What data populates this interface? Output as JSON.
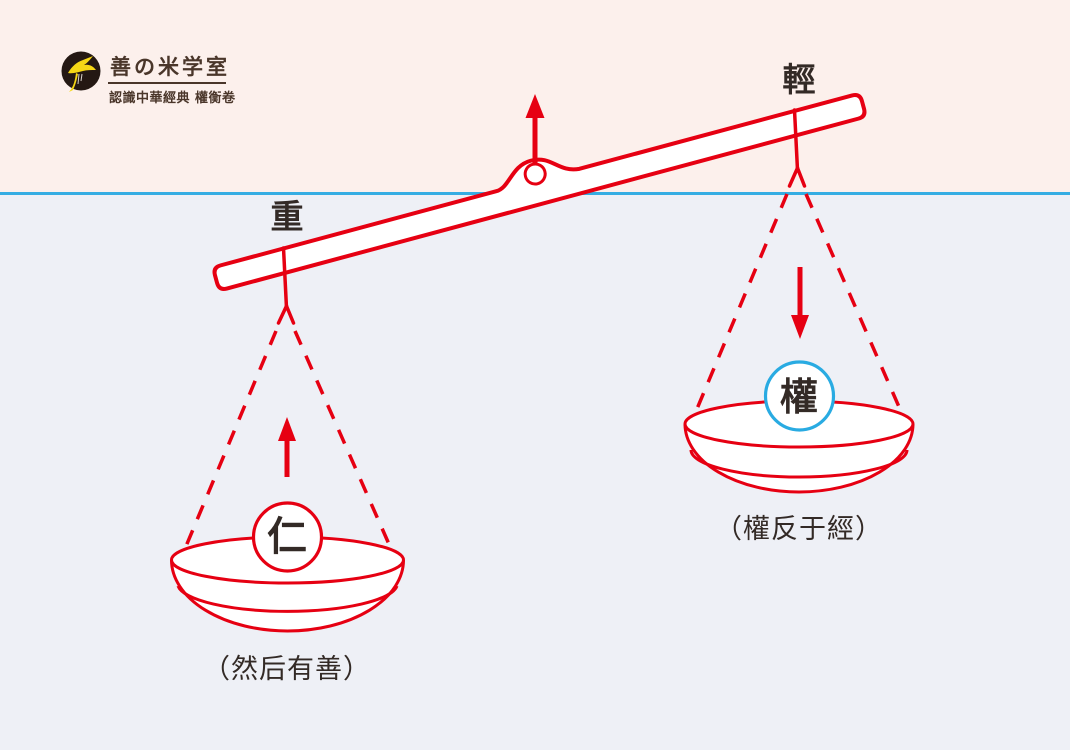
{
  "logo": {
    "title": "善の米学室",
    "subtitle": "認識中華經典 權衡卷",
    "icon": "bird-icon"
  },
  "diagram": {
    "type": "steelyard-balance-illustration",
    "beam": {
      "left_label": "重",
      "right_label": "輕"
    },
    "left_pan": {
      "weight_char": "仁",
      "caption": "（然后有善）",
      "arrow_direction": "up"
    },
    "right_pan": {
      "weight_char": "權",
      "caption": "（權反于經）",
      "arrow_direction": "down"
    },
    "pivot_arrow_direction": "up",
    "colors": {
      "line_red": "#e60012",
      "accent_blue": "#29abe2",
      "top_background": "#fcf0ec",
      "bottom_background": "#eef0f6",
      "text_dark": "#332a26",
      "logo_brown": "#4a362a",
      "logo_bird_yellow": "#f5d716"
    }
  }
}
